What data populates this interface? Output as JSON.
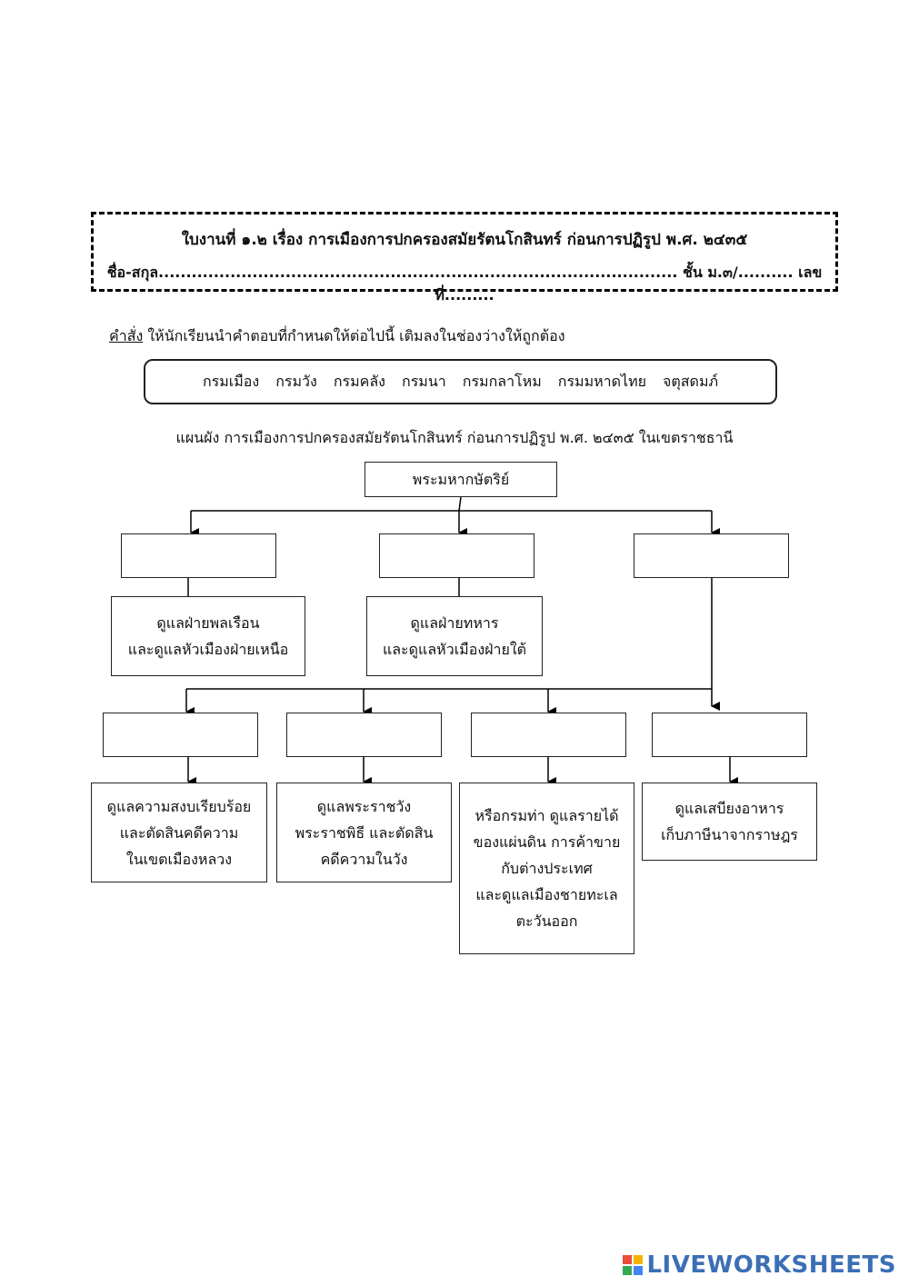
{
  "header": {
    "title": "ใบงานที่ ๑.๒ เรื่อง การเมืองการปกครองสมัยรัตนโกสินทร์ ก่อนการปฏิรูป พ.ศ. ๒๔๓๕",
    "name_line": "ชื่อ-สกุล.............................................................................................. ชั้น ม.๓/.......... เลขที่........."
  },
  "instruction": {
    "label": "คำสั่ง",
    "text": " ให้นักเรียนนำคำตอบที่กำหนดให้ต่อไปนี้ เติมลงในช่องว่างให้ถูกต้อง"
  },
  "word_bank": [
    "กรมเมือง",
    "กรมวัง",
    "กรมคลัง",
    "กรมนา",
    "กรมกลาโหม",
    "กรมมหาดไทย",
    "จตุสดมภ์"
  ],
  "diagram": {
    "caption": "แผนผัง การเมืองการปกครองสมัยรัตนโกสินทร์ ก่อนการปฏิรูป พ.ศ. ๒๔๓๕ ในเขตราชธานี",
    "root": "พระมหากษัตริย์",
    "desc_left": [
      "ดูแลฝ่ายพลเรือน",
      "และดูแลหัวเมืองฝ่ายเหนือ"
    ],
    "desc_mid": [
      "ดูแลฝ่ายทหาร",
      "และดูแลหัวเมืองฝ่ายใต้"
    ],
    "desc_b1": [
      "ดูแลความสงบเรียบร้อย",
      "และตัดสินคดีความ",
      "ในเขตเมืองหลวง"
    ],
    "desc_b2": [
      "ดูแลพระราชวัง",
      "พระราชพิธี และตัดสิน",
      "คดีความในวัง"
    ],
    "desc_b3": [
      "หรือกรมท่า ดูแลรายได้",
      "ของแผ่นดิน การค้าขาย",
      "กับต่างประเทศ",
      "และดูแลเมืองชายทะเล",
      "ตะวันออก"
    ],
    "desc_b4": [
      "ดูแลเสบียงอาหาร",
      "เก็บภาษีนาจากราษฎร"
    ]
  },
  "logo": {
    "text": "LIVEWORKSHEETS",
    "colors": [
      "#e94e3c",
      "#f4b400",
      "#34a853",
      "#4285f4"
    ]
  }
}
